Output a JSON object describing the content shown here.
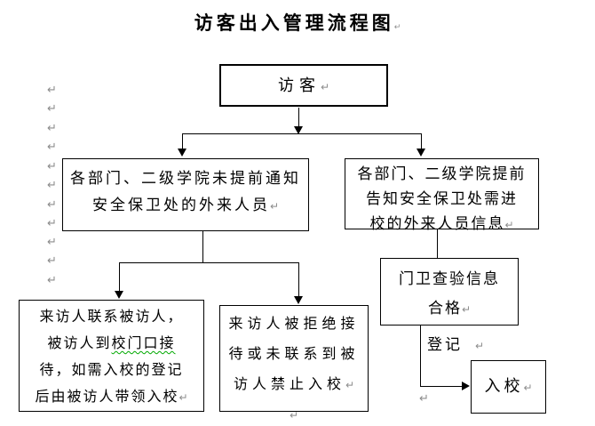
{
  "title": {
    "text": "访客出入管理流程图"
  },
  "marks": {
    "line_break": "↵"
  },
  "colors": {
    "ink": "#000000",
    "formatting_mark": "#8c8c8c",
    "grammar_underline": "#00a800",
    "background": "#ffffff"
  },
  "nodes": {
    "visitor": {
      "text": "访客"
    },
    "uninformed": {
      "line1": "各部门、二级学院未提前通知",
      "line2": "安全保卫处的外来人员"
    },
    "informed": {
      "line1": "各部门、二级学院提前",
      "line2": "告知安全保卫处需进",
      "line3": "校的外来人员信息"
    },
    "guard_check": {
      "line1": "门卫查验信息",
      "line2": "合格"
    },
    "contact": {
      "line1": "来访人联系被访人，",
      "line2_pre": "被访人到",
      "line2_wavy": "校门口接",
      "line3": "待，如需入校的登记",
      "line4": "后由被访人带领入校"
    },
    "refused": {
      "line1": "来访人被拒绝接",
      "line2": "待或未联系到被",
      "line3": "访人禁止入校"
    },
    "register_label": {
      "text": "登记"
    },
    "enter": {
      "text": "入校"
    }
  },
  "edges": [
    {
      "from": "visitor",
      "to": "uninformed"
    },
    {
      "from": "visitor",
      "to": "informed"
    },
    {
      "from": "uninformed",
      "to": "contact"
    },
    {
      "from": "uninformed",
      "to": "refused"
    },
    {
      "from": "informed",
      "to": "guard_check"
    },
    {
      "from": "guard_check",
      "to": "enter",
      "label": "登记"
    }
  ]
}
